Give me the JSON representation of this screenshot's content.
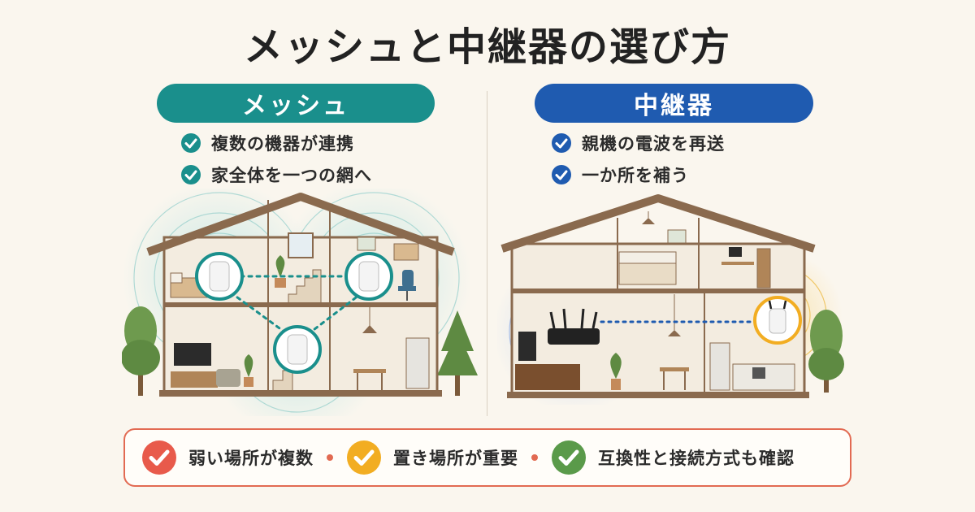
{
  "title": "メッシュと中継器の選び方",
  "mesh": {
    "label": "メッシュ",
    "color": "#1a8f8c",
    "points": [
      "複数の機器が連携",
      "家全体を一つの網へ"
    ]
  },
  "repeater": {
    "label": "中継器",
    "color": "#1f5bb0",
    "points": [
      "親機の電波を再送",
      "一か所を補う"
    ]
  },
  "tips": [
    {
      "text": "弱い場所が複数",
      "icon": "check-circle-red-icon",
      "color": "#e85a4b"
    },
    {
      "text": "置き場所が重要",
      "icon": "check-circle-yellow-icon",
      "color": "#f2ad22"
    },
    {
      "text": "互換性と接続方式も確認",
      "icon": "check-circle-green-icon",
      "color": "#5a9a4a"
    }
  ],
  "border_color": "#e26a52"
}
